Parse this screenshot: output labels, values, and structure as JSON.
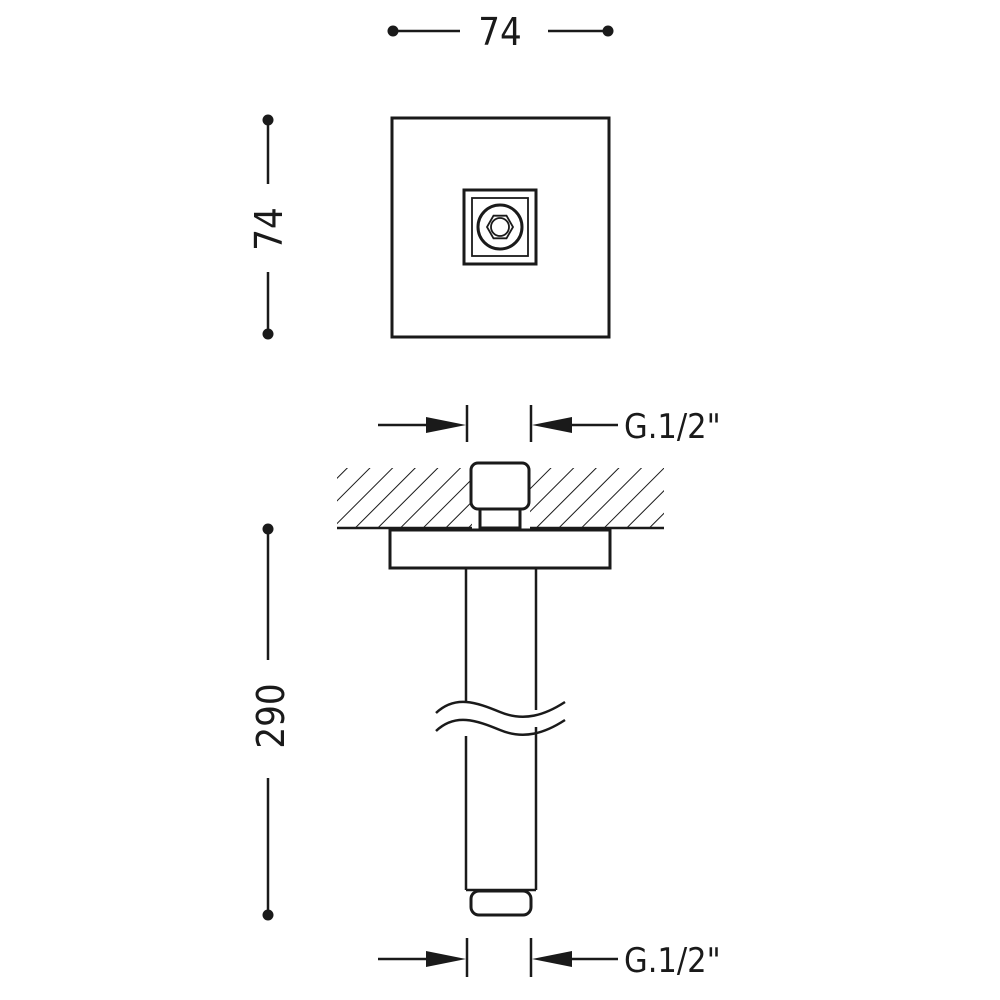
{
  "dimensions": {
    "top_width": "74",
    "top_height": "74",
    "arm_length": "290",
    "thread_upper": "G.1/2\"",
    "thread_lower": "G.1/2\""
  },
  "colors": {
    "line": "#1a1a1a",
    "background": "#ffffff"
  }
}
